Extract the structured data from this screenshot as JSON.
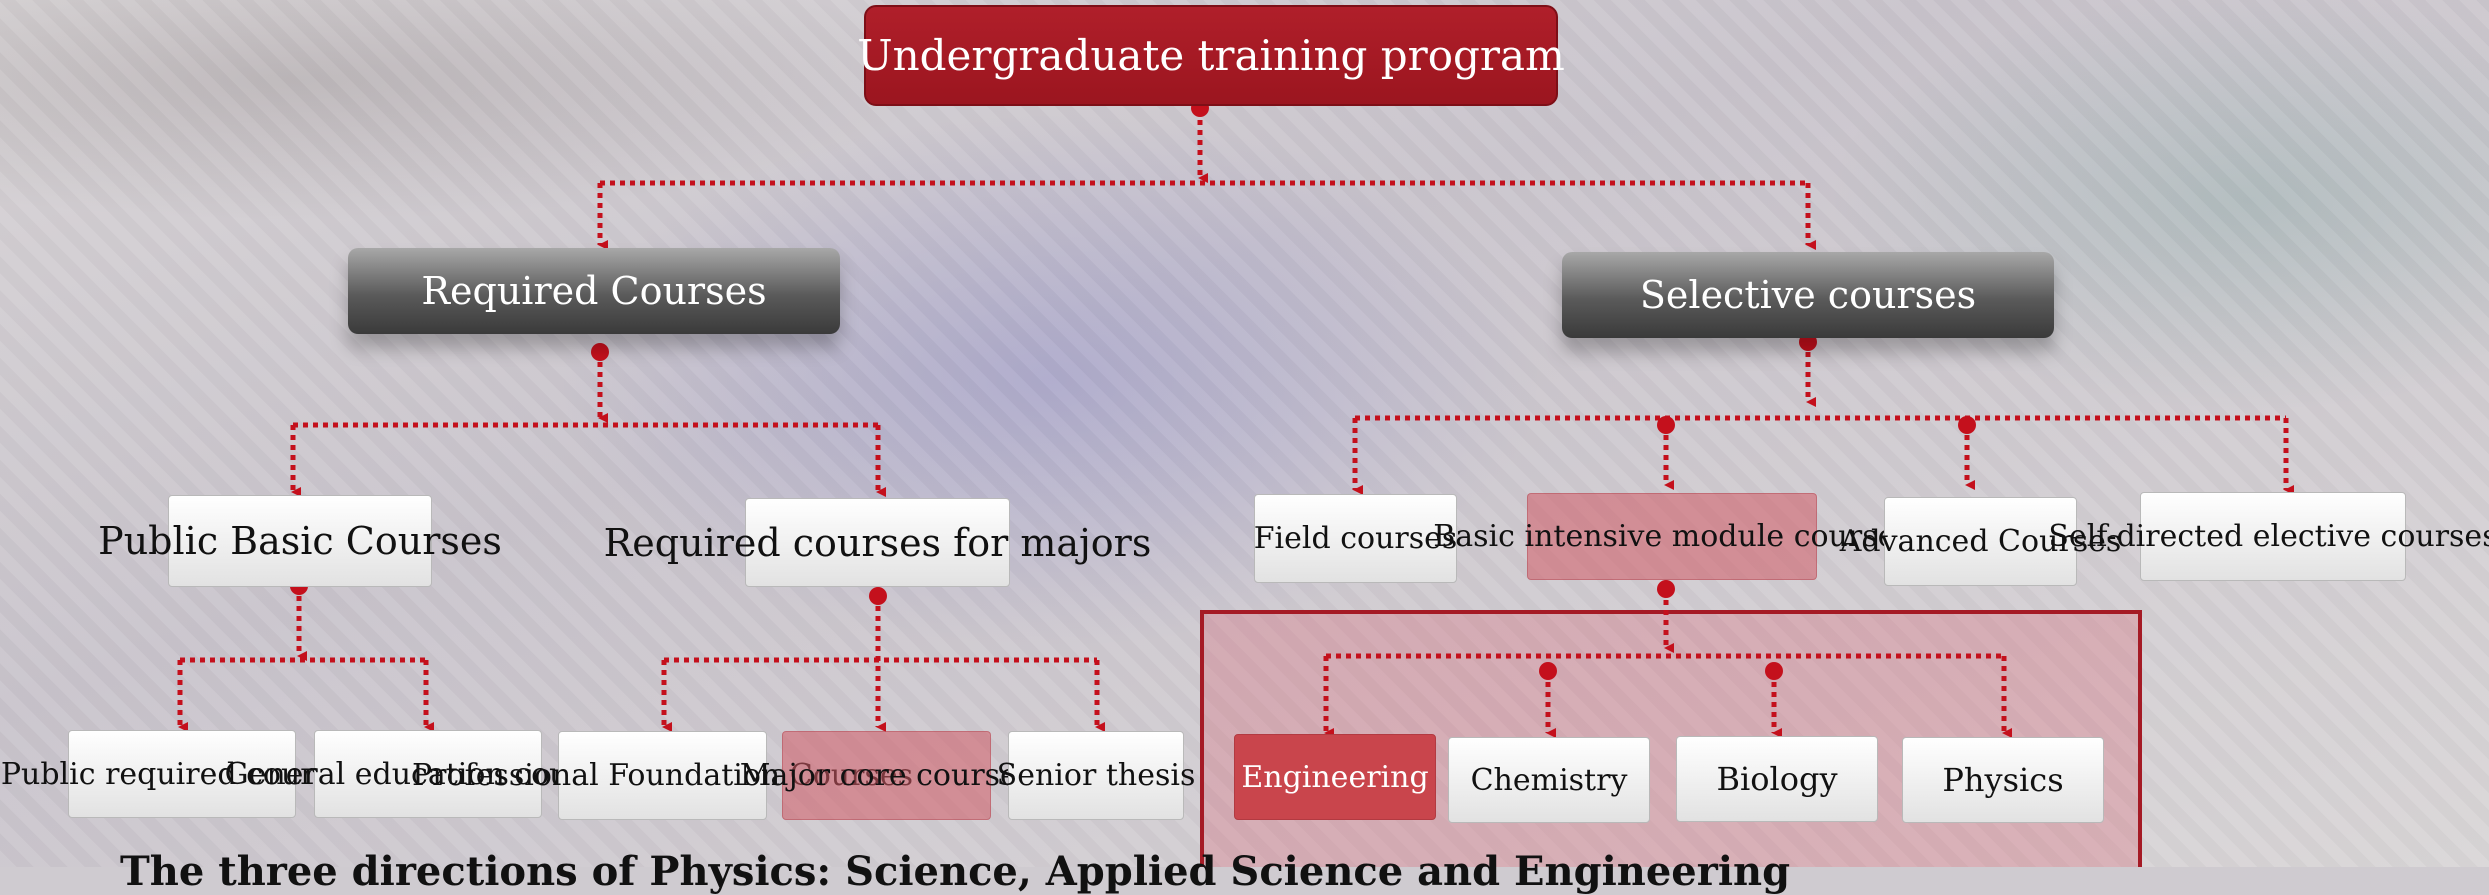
{
  "root": "Undergraduate training program",
  "level1": {
    "required": "Required Courses",
    "selective": "Selective courses"
  },
  "required_children": {
    "public_basic": "Public Basic Courses",
    "majors": "Required courses for majors"
  },
  "public_basic_children": [
    "Public required courses",
    "General education courses"
  ],
  "majors_children": [
    "Professional Foundation Courses",
    "Major core courses",
    "Senior thesis"
  ],
  "selective_children": [
    "Field courses",
    "Basic intensive module courses",
    "Advanced Courses",
    "Self-directed elective courses"
  ],
  "module_children": [
    "Engineering",
    "Chemistry",
    "Biology",
    "Physics"
  ],
  "caption": "The three directions of Physics: Science, Applied Science and Engineering",
  "colors": {
    "accent": "#a51a25",
    "connector": "#c4101c"
  }
}
